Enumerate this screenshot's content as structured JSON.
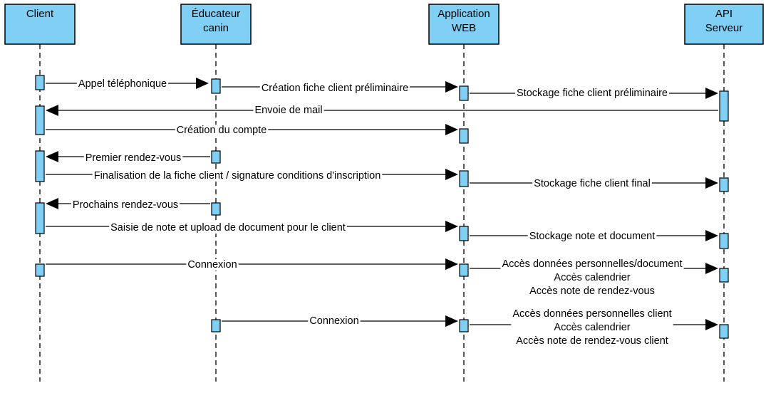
{
  "participants": [
    {
      "id": "client",
      "lines": [
        "Client"
      ]
    },
    {
      "id": "educateur",
      "lines": [
        "Éducateur",
        "canin"
      ]
    },
    {
      "id": "appweb",
      "lines": [
        "Application",
        "WEB"
      ]
    },
    {
      "id": "api",
      "lines": [
        "API",
        "Serveur"
      ]
    }
  ],
  "messages": [
    {
      "from": "client",
      "to": "educateur",
      "lines": [
        "Appel téléphonique"
      ]
    },
    {
      "from": "educateur",
      "to": "appweb",
      "lines": [
        "Création fiche client préliminaire"
      ]
    },
    {
      "from": "appweb",
      "to": "api",
      "lines": [
        "Stockage fiche client préliminaire"
      ]
    },
    {
      "from": "api",
      "to": "client",
      "lines": [
        "Envoie de mail"
      ]
    },
    {
      "from": "client",
      "to": "appweb",
      "lines": [
        "Création du compte"
      ]
    },
    {
      "from": "educateur",
      "to": "client",
      "lines": [
        "Premier rendez-vous"
      ]
    },
    {
      "from": "client",
      "to": "appweb",
      "lines": [
        "Finalisation de la fiche client / signature conditions d'inscription"
      ]
    },
    {
      "from": "appweb",
      "to": "api",
      "lines": [
        "Stockage fiche client final"
      ]
    },
    {
      "from": "educateur",
      "to": "client",
      "lines": [
        "Prochains rendez-vous"
      ]
    },
    {
      "from": "client",
      "to": "appweb",
      "lines": [
        "Saisie de note et upload de document pour le client"
      ]
    },
    {
      "from": "appweb",
      "to": "api",
      "lines": [
        "Stockage note et document"
      ]
    },
    {
      "from": "client",
      "to": "appweb",
      "lines": [
        "Connexion"
      ]
    },
    {
      "from": "appweb",
      "to": "api",
      "lines": [
        "Accès données personnelles/document",
        "Accès calendrier",
        "Accès note de rendez-vous"
      ]
    },
    {
      "from": "educateur",
      "to": "appweb",
      "lines": [
        "Connexion"
      ]
    },
    {
      "from": "appweb",
      "to": "api",
      "lines": [
        "Accès données personnelles client",
        "Accès calendrier",
        "Accès note de rendez-vous client"
      ]
    }
  ]
}
